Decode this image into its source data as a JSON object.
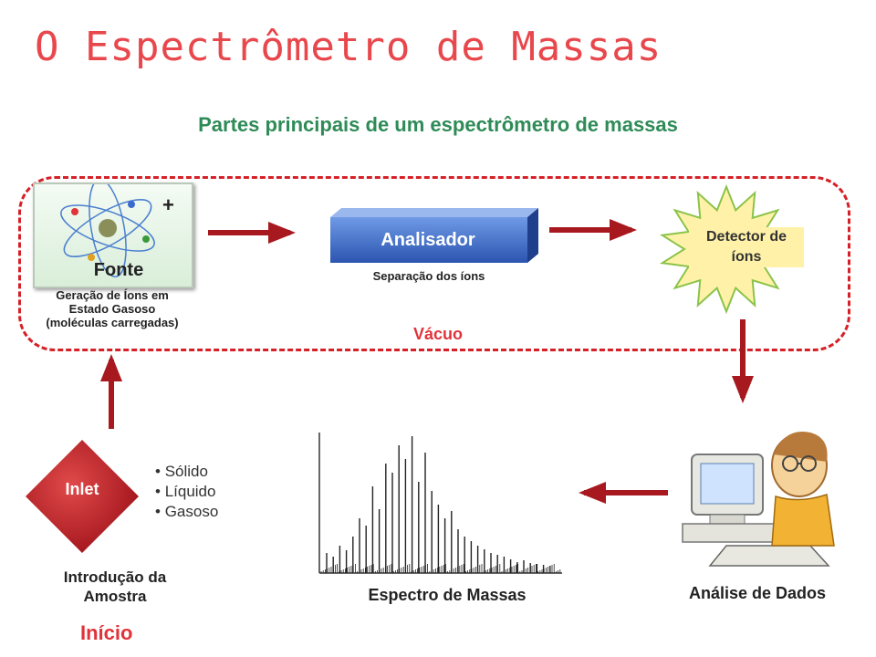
{
  "title": "O Espectrômetro de Massas",
  "subtitle": "Partes principais de um espectrômetro de massas",
  "vacuum": {
    "label": "Vácuo"
  },
  "fonte": {
    "label": "Fonte",
    "plus": "+",
    "description_lines": [
      "Geração de Íons em",
      "Estado Gasoso",
      "(moléculas carregadas)"
    ]
  },
  "analisador": {
    "label": "Analisador",
    "caption": "Separação dos íons"
  },
  "detector": {
    "line1": "Detector de",
    "line2": "íons"
  },
  "inlet": {
    "label": "Inlet",
    "states": [
      "Sólido",
      "Líquido",
      "Gasoso"
    ],
    "caption_lines": [
      "Introdução da",
      "Amostra"
    ]
  },
  "start_label": "Início",
  "spectrum": {
    "caption": "Espectro de Massas"
  },
  "analysis": {
    "caption": "Análise de Dados"
  },
  "colors": {
    "title": "#e8474c",
    "subtitle": "#2e8b57",
    "vacuum_border": "#d62027",
    "arrow": "#a8191f",
    "inlet": "#c8202a",
    "analisador": "#3f6ec9",
    "detector": "#fff2a8"
  }
}
